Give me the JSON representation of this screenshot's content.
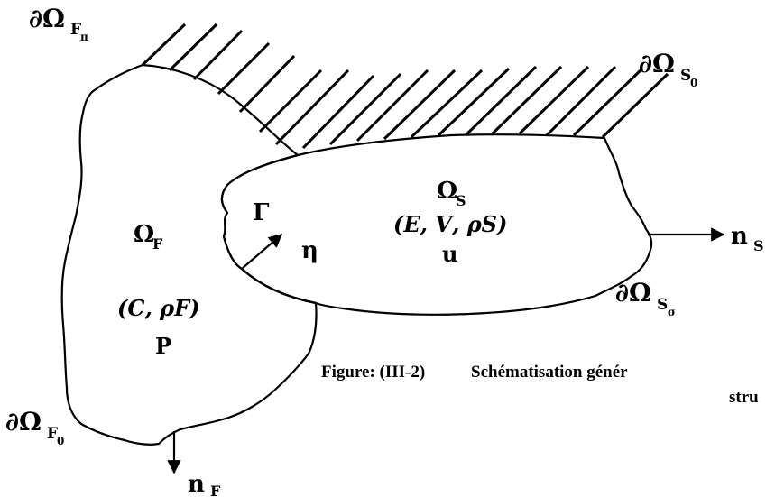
{
  "diagram": {
    "labels": {
      "omega_f_pi": {
        "main": "∂Ω",
        "sub": "F",
        "subsub": "π"
      },
      "omega_s0": {
        "main": "∂Ω",
        "sub": "S",
        "subsub": "0"
      },
      "omega_s_sigma": {
        "main": "∂Ω",
        "sub": "S",
        "subsub": "σ"
      },
      "omega_f0": {
        "main": "∂Ω",
        "sub": "F",
        "subsub": "0"
      },
      "omega_s": {
        "main": "Ω",
        "sub": "S"
      },
      "omega_f": {
        "main": "Ω",
        "sub": "F"
      },
      "solid_params": "(𝑬, 𝑽, 𝝆𝑺)",
      "solid_var": "u",
      "fluid_params": "(𝑪, 𝝆𝑭)",
      "fluid_var": "P",
      "gamma": "Γ",
      "eta": "η",
      "n_s": {
        "main": "n",
        "sub": "S"
      },
      "n_f": {
        "main": "n",
        "sub": "F"
      }
    },
    "caption": {
      "figure_label": "Figure: (III-2)",
      "title_line1": "Schématisation génér",
      "title_line2": "stru"
    }
  }
}
